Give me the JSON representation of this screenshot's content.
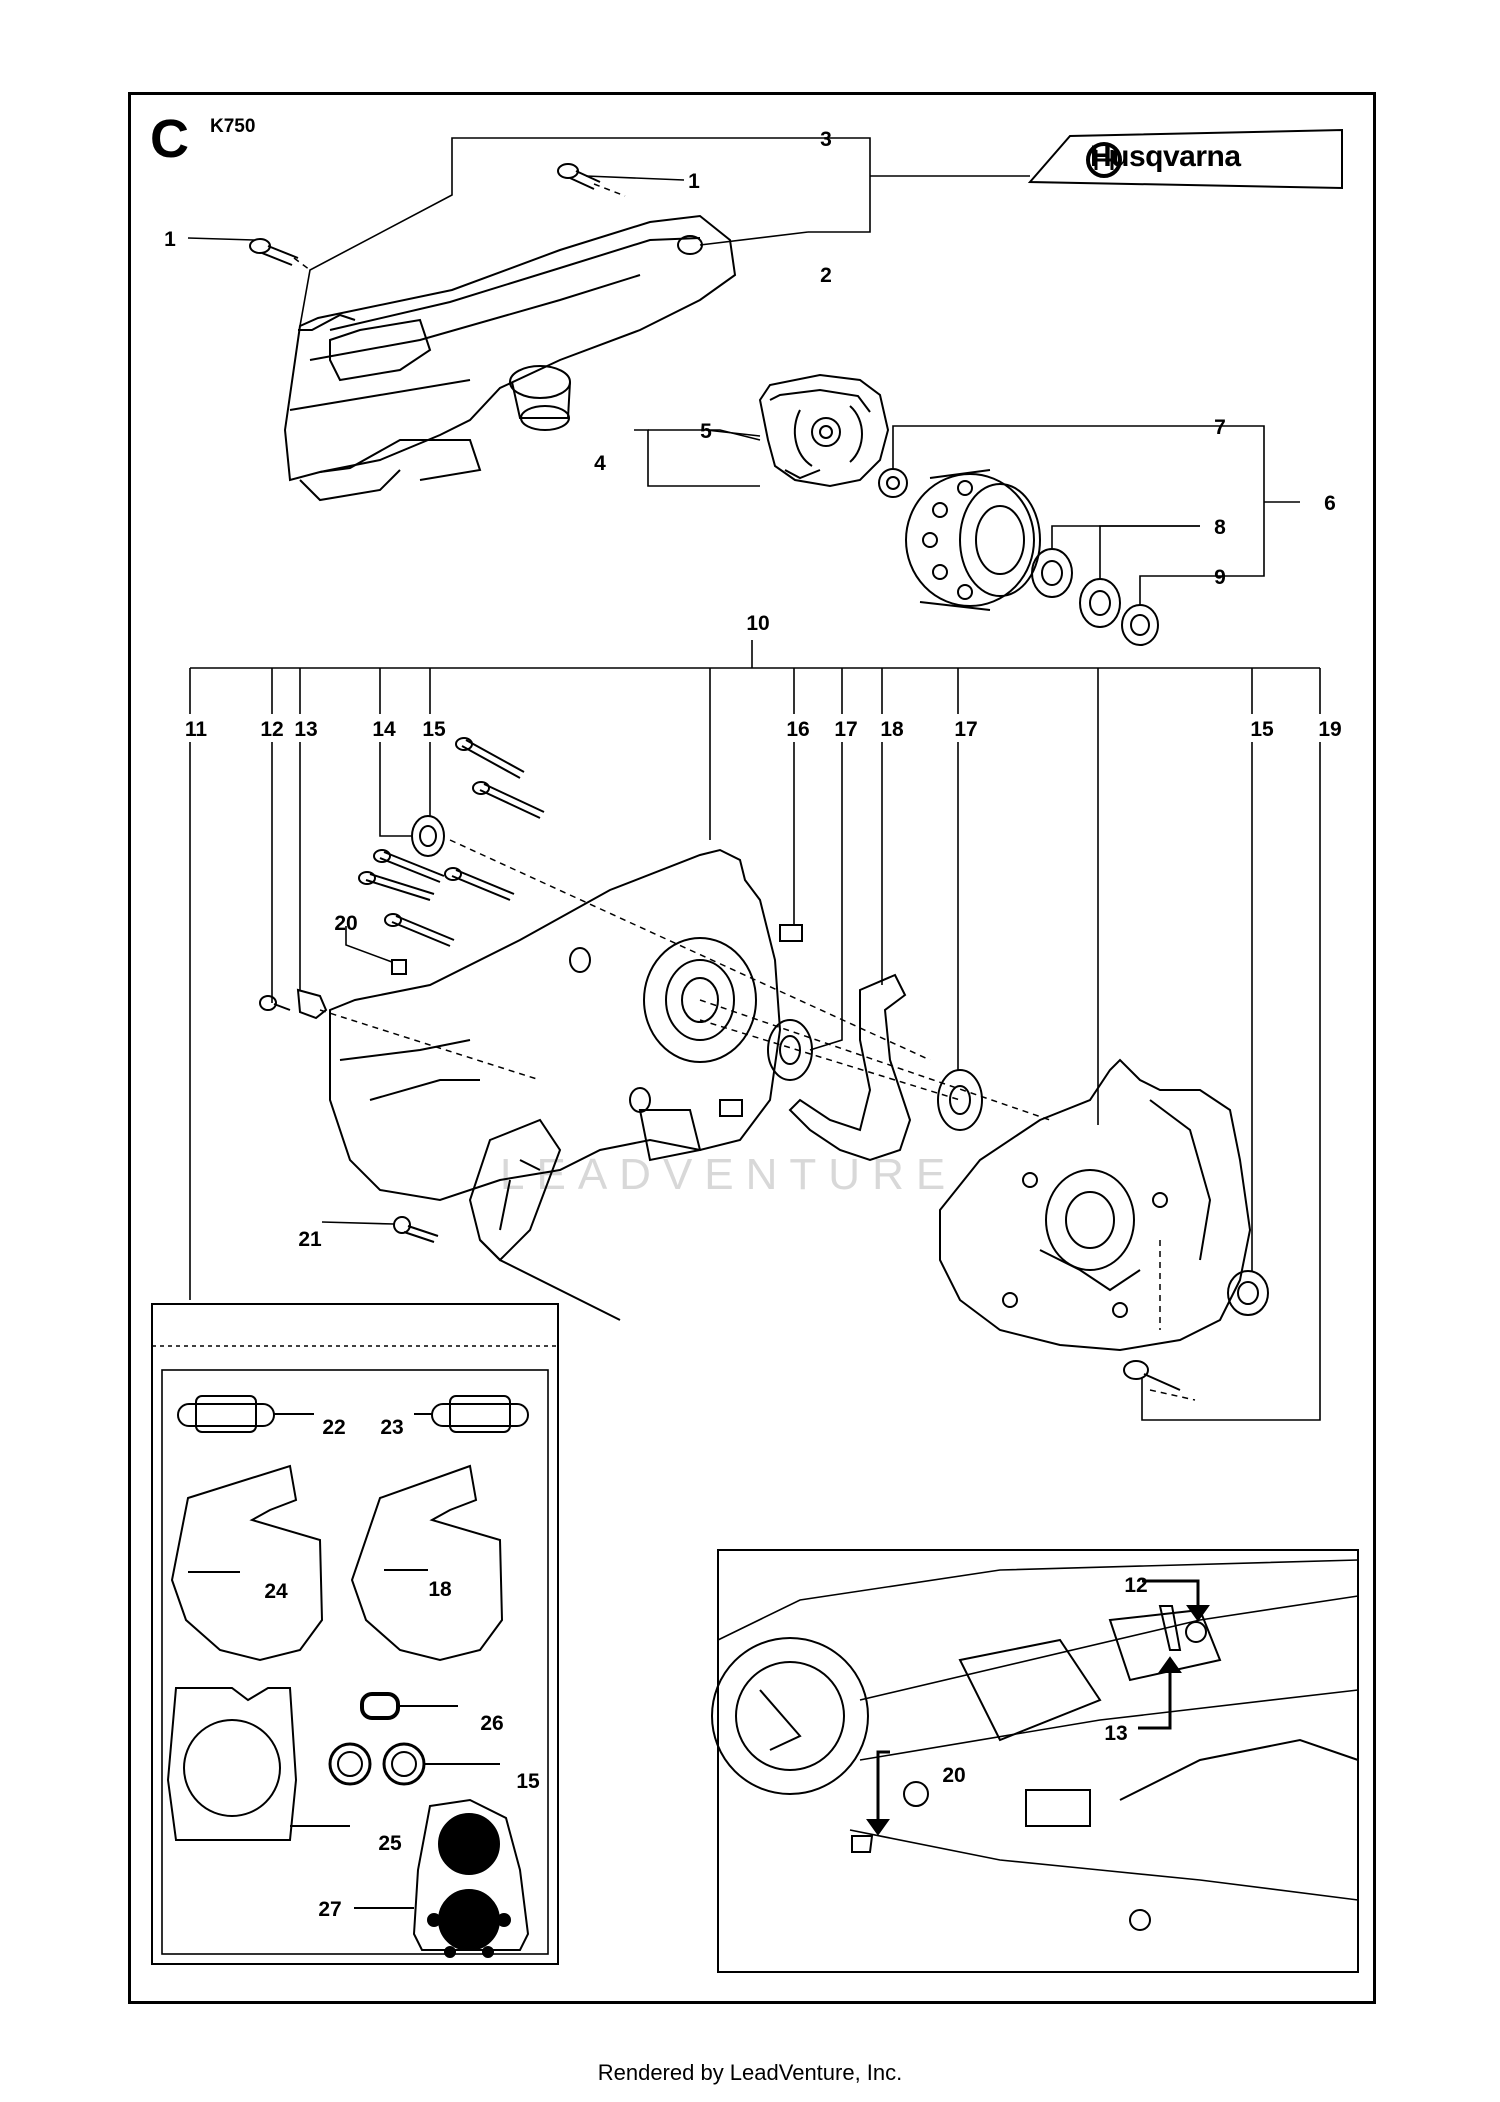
{
  "sheet": {
    "letter": "C",
    "model": "K750",
    "brand": "Husqvarna"
  },
  "watermark": "LEADVENTURE",
  "footer": "Rendered by LeadVenture, Inc.",
  "callouts": [
    {
      "id": "c3",
      "text": "3"
    },
    {
      "id": "c1a",
      "text": "1"
    },
    {
      "id": "c1b",
      "text": "1"
    },
    {
      "id": "c2",
      "text": "2"
    },
    {
      "id": "c5",
      "text": "5"
    },
    {
      "id": "c4",
      "text": "4"
    },
    {
      "id": "c7",
      "text": "7"
    },
    {
      "id": "c6",
      "text": "6"
    },
    {
      "id": "c8",
      "text": "8"
    },
    {
      "id": "c9",
      "text": "9"
    },
    {
      "id": "c10",
      "text": "10"
    },
    {
      "id": "c11",
      "text": "11"
    },
    {
      "id": "c12",
      "text": "12"
    },
    {
      "id": "c13",
      "text": "13"
    },
    {
      "id": "c14",
      "text": "14"
    },
    {
      "id": "c15a",
      "text": "15"
    },
    {
      "id": "c16",
      "text": "16"
    },
    {
      "id": "c17a",
      "text": "17"
    },
    {
      "id": "c18",
      "text": "18"
    },
    {
      "id": "c17b",
      "text": "17"
    },
    {
      "id": "c15b",
      "text": "15"
    },
    {
      "id": "c19",
      "text": "19"
    },
    {
      "id": "c20",
      "text": "20"
    },
    {
      "id": "c21",
      "text": "21"
    },
    {
      "id": "c22",
      "text": "22"
    },
    {
      "id": "c23",
      "text": "23"
    },
    {
      "id": "c24",
      "text": "24"
    },
    {
      "id": "c18b",
      "text": "18"
    },
    {
      "id": "c26",
      "text": "26"
    },
    {
      "id": "c15c",
      "text": "15"
    },
    {
      "id": "c25",
      "text": "25"
    },
    {
      "id": "c27",
      "text": "27"
    },
    {
      "id": "d12",
      "text": "12"
    },
    {
      "id": "d13",
      "text": "13"
    },
    {
      "id": "d20",
      "text": "20"
    }
  ]
}
